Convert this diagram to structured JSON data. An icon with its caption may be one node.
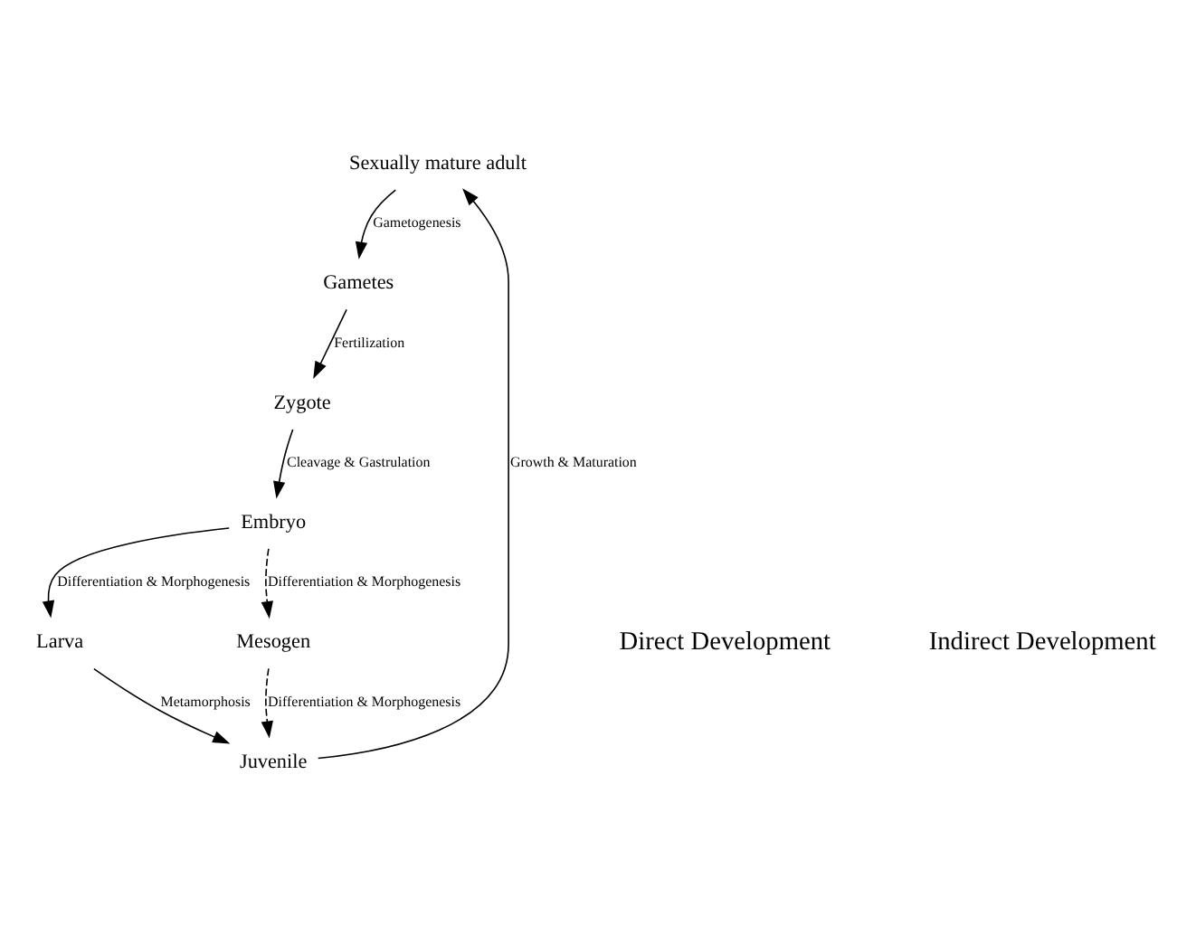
{
  "diagram": {
    "nodes": [
      {
        "text": [
          "Sexually mature adult"
        ]
      },
      {
        "text": [
          "Gametes"
        ]
      },
      {
        "text": [
          "Zygote"
        ]
      },
      {
        "text": [
          "Embryo"
        ]
      },
      {
        "text": [
          "Larva"
        ]
      },
      {
        "text": [
          "Juvenile"
        ]
      },
      {
        "text": [
          "Mesogen"
        ]
      }
    ],
    "edges": [
      {
        "from": 0,
        "to": 1,
        "arrow": "to",
        "label": "Gametogenesis"
      },
      {
        "from": 1,
        "to": 2,
        "arrow": "to",
        "label": "Fertilization"
      },
      {
        "from": 2,
        "to": 3,
        "arrow": "to",
        "label": "Cleavage & Gastrulation"
      },
      {
        "from": 3,
        "to": 4,
        "arrow": "to",
        "label": "Differentiation & Morphogenesis"
      },
      {
        "from": 4,
        "to": 5,
        "arrow": "to",
        "label": "Metamorphosis"
      },
      {
        "from": 5,
        "to": 0,
        "arrow": "to",
        "label": "Growth & Maturation"
      },
      {
        "from": 3,
        "to": 6,
        "arrow": "to",
        "label": "Differentiation & Morphogenesis",
        "style": "dashed"
      },
      {
        "from": 6,
        "to": 5,
        "arrow": "to",
        "label": "Differentiation & Morphogenesis",
        "style": "dashed"
      }
    ],
    "labels": [
      "Direct Development",
      "Indirect Development"
    ]
  }
}
